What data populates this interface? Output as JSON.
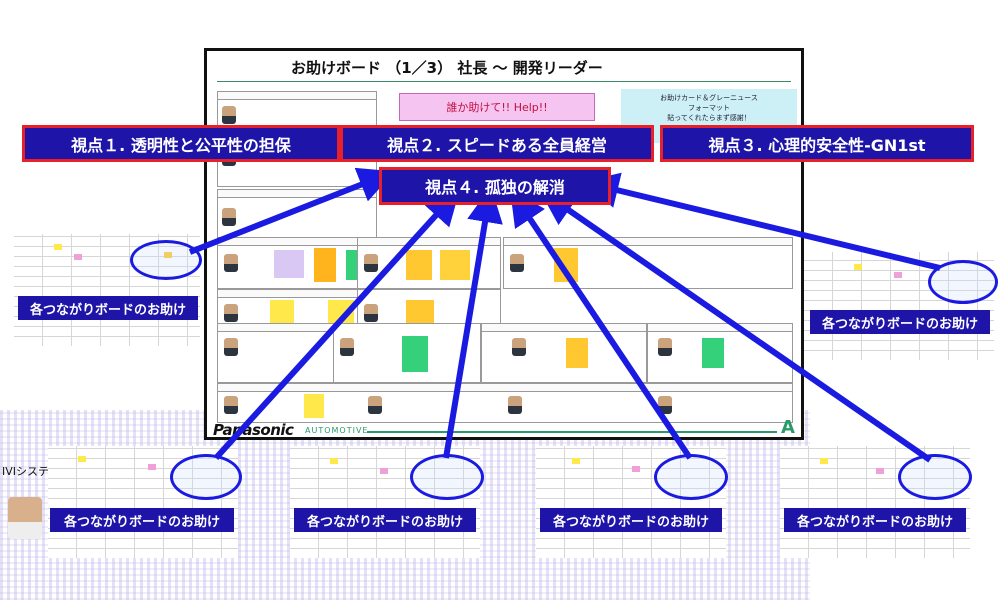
{
  "board": {
    "title": "お助けボード （1／3） 社長 ～ 開発リーダー",
    "help_request": "誰か助けて!! Help!!",
    "card_format": [
      "お助けカード＆グレーニュース",
      "フォーマット",
      "貼ってくれたらまず感謝！"
    ],
    "brand": "Panasonic",
    "brand_sub": "AUTOMOTIVE",
    "brand_mark": "A"
  },
  "perspectives": [
    "視点１. 透明性と公平性の担保",
    "視点２. スピードある全員経営",
    "視点３. 心理的安全性-GN1st",
    "視点４. 孤独の解消"
  ],
  "thumbnails": {
    "label": "各つながりボードのお助け",
    "partial_text": "IVIシステ"
  },
  "colors": {
    "banner_fill": "#1e14a8",
    "banner_border": "#e8202a",
    "arrow": "#1a1ae0",
    "brand_green": "#2a9a6a"
  }
}
